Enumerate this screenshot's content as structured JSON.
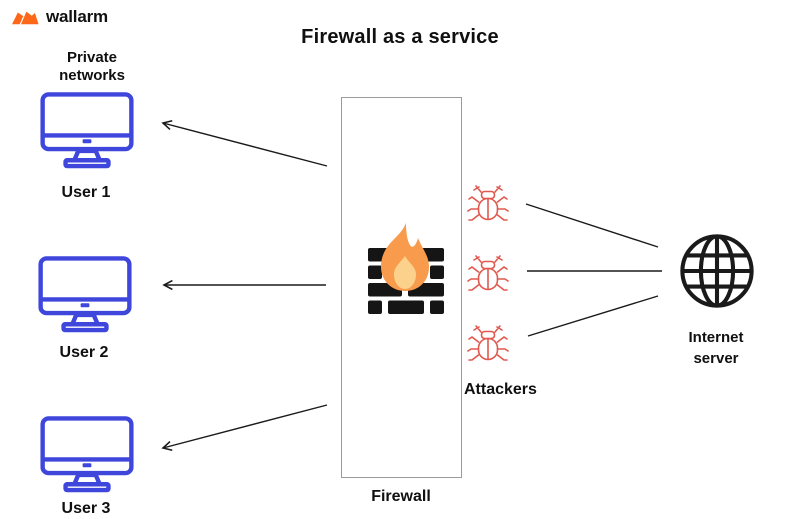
{
  "brand": {
    "name": "wallarm"
  },
  "title": "Firewall as a service",
  "private_networks": {
    "heading": "Private networks",
    "users": [
      {
        "label": "User 1"
      },
      {
        "label": "User 2"
      },
      {
        "label": "User 3"
      }
    ]
  },
  "firewall": {
    "label": "Firewall"
  },
  "attackers": {
    "heading": "Attackers",
    "bug_count": 3
  },
  "internet": {
    "heading": "Internet server"
  },
  "icons": {
    "logo": "wallarm-flag-icon",
    "user": "monitor-icon",
    "firewall": "brick-wall-fire-icon",
    "attacker": "bug-icon",
    "internet": "globe-icon",
    "flow": "left-arrow-lines"
  },
  "colors": {
    "brand_orange": "#FC6719",
    "monitor_blue": "#3E46DC",
    "bug_red": "#E0584E",
    "flame_orange": "#F89B4C",
    "flame_inner": "#FBD18C",
    "brick_black": "#151515",
    "box_border": "#9B9B9B",
    "line_black": "#1A1A1A",
    "text_black": "#101010"
  }
}
